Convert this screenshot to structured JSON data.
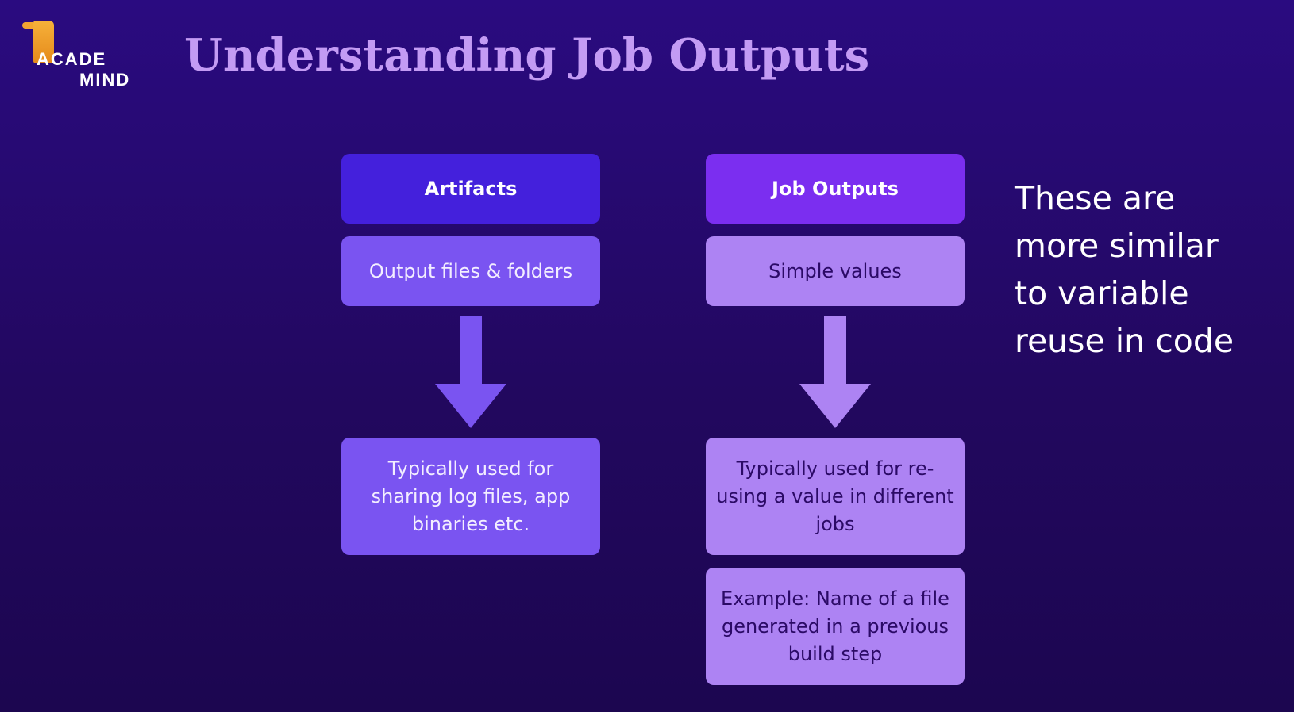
{
  "logo": {
    "line1": "ACADE",
    "line2": "MIND",
    "accent_color": "#f2a531"
  },
  "title": "Understanding Job Outputs",
  "columns": [
    {
      "header": "Artifacts",
      "value": "Output files & folders",
      "usage": "Typically used for sharing log files, app binaries etc.",
      "color": "#4420dc"
    },
    {
      "header": "Job Outputs",
      "value": "Simple values",
      "usage": "Typically used for re-using a value in different jobs",
      "example": "Example: Name of a file generated in a previous build step",
      "color": "#7b2ef0"
    }
  ],
  "side_note": {
    "lines": [
      "These are",
      "more similar",
      "to variable",
      "reuse in code"
    ]
  },
  "colors": {
    "background": "#22085f",
    "title": "#c39bf4",
    "artifacts_arrow": "#7a54f1",
    "outputs_arrow": "#ad83f3"
  }
}
